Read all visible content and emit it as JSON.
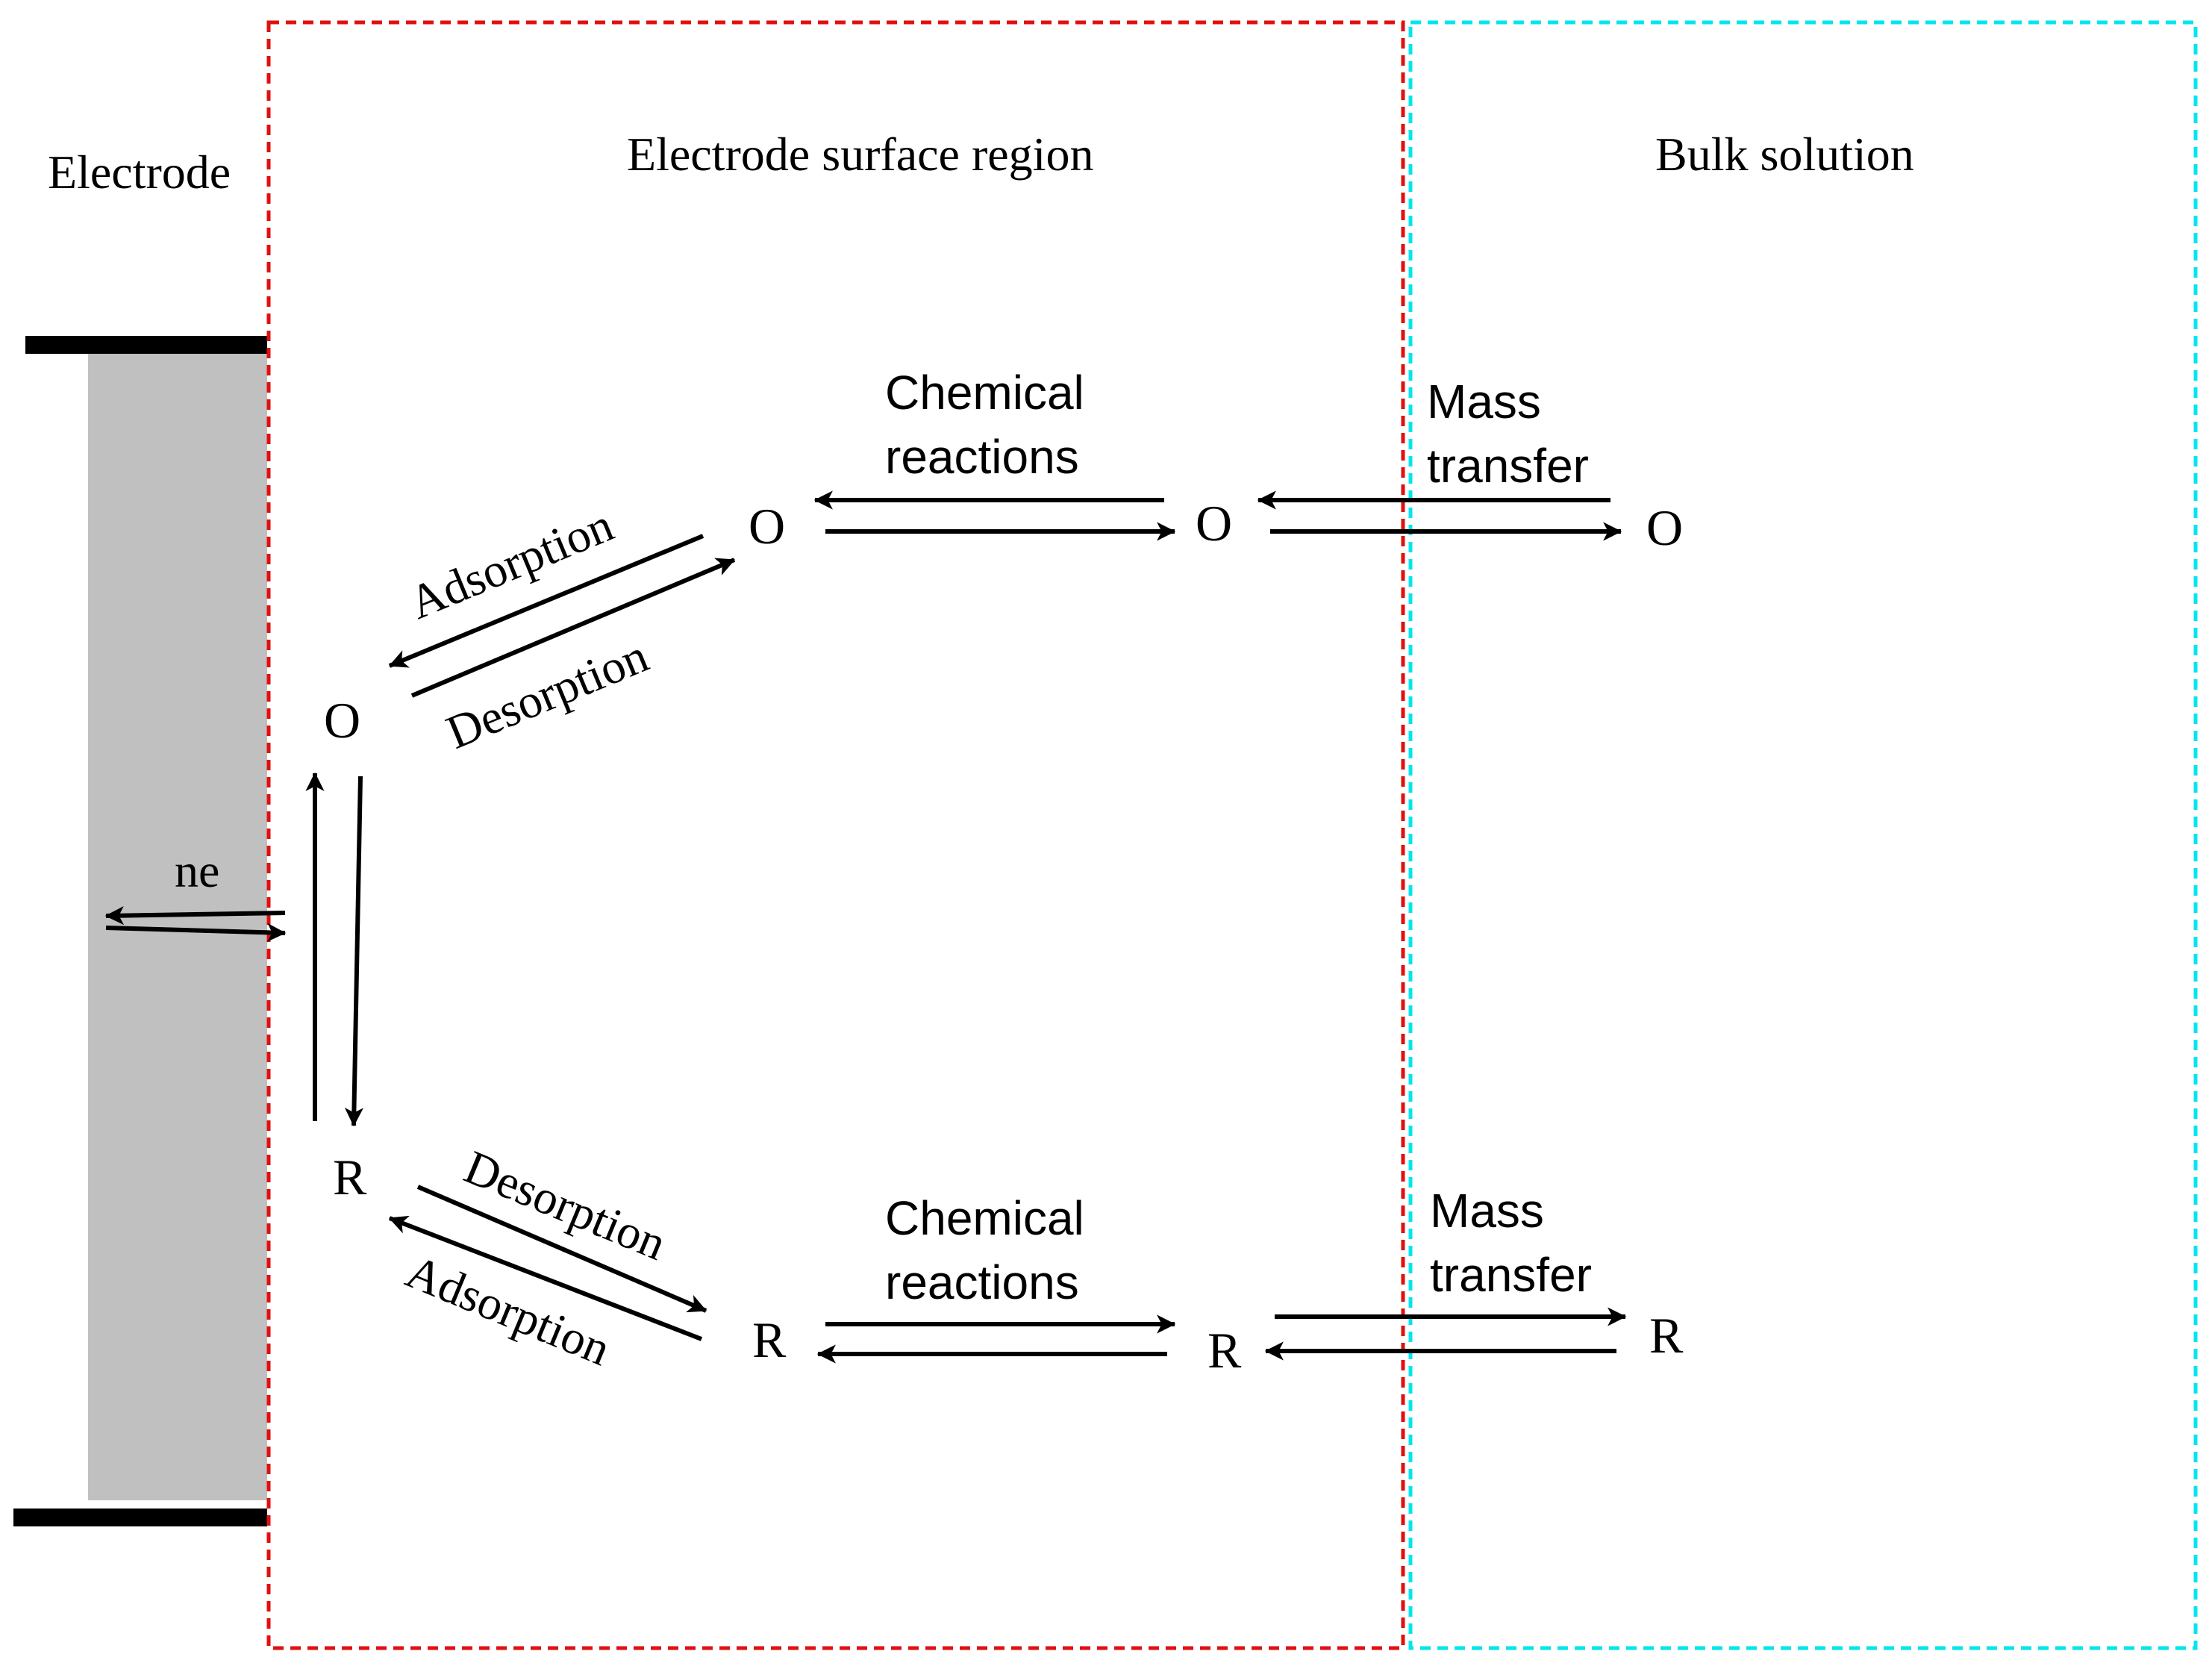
{
  "regions": {
    "electrode": "Electrode",
    "surface": "Electrode surface region",
    "bulk": "Bulk solution"
  },
  "species": {
    "oxidized": "O",
    "reduced": "R"
  },
  "processes": {
    "electron_transfer": "ne",
    "adsorption": "Adsorption",
    "desorption": "Desorption",
    "chemical_line1": "Chemical",
    "chemical_line2": "reactions",
    "mass_line1": "Mass",
    "mass_line2": "transfer"
  },
  "colors": {
    "surface_border": "#e01010",
    "bulk_border": "#00e5ee",
    "electrode_fill": "#c0c0c0",
    "electrode_caps": "#000000",
    "arrows": "#000000"
  }
}
